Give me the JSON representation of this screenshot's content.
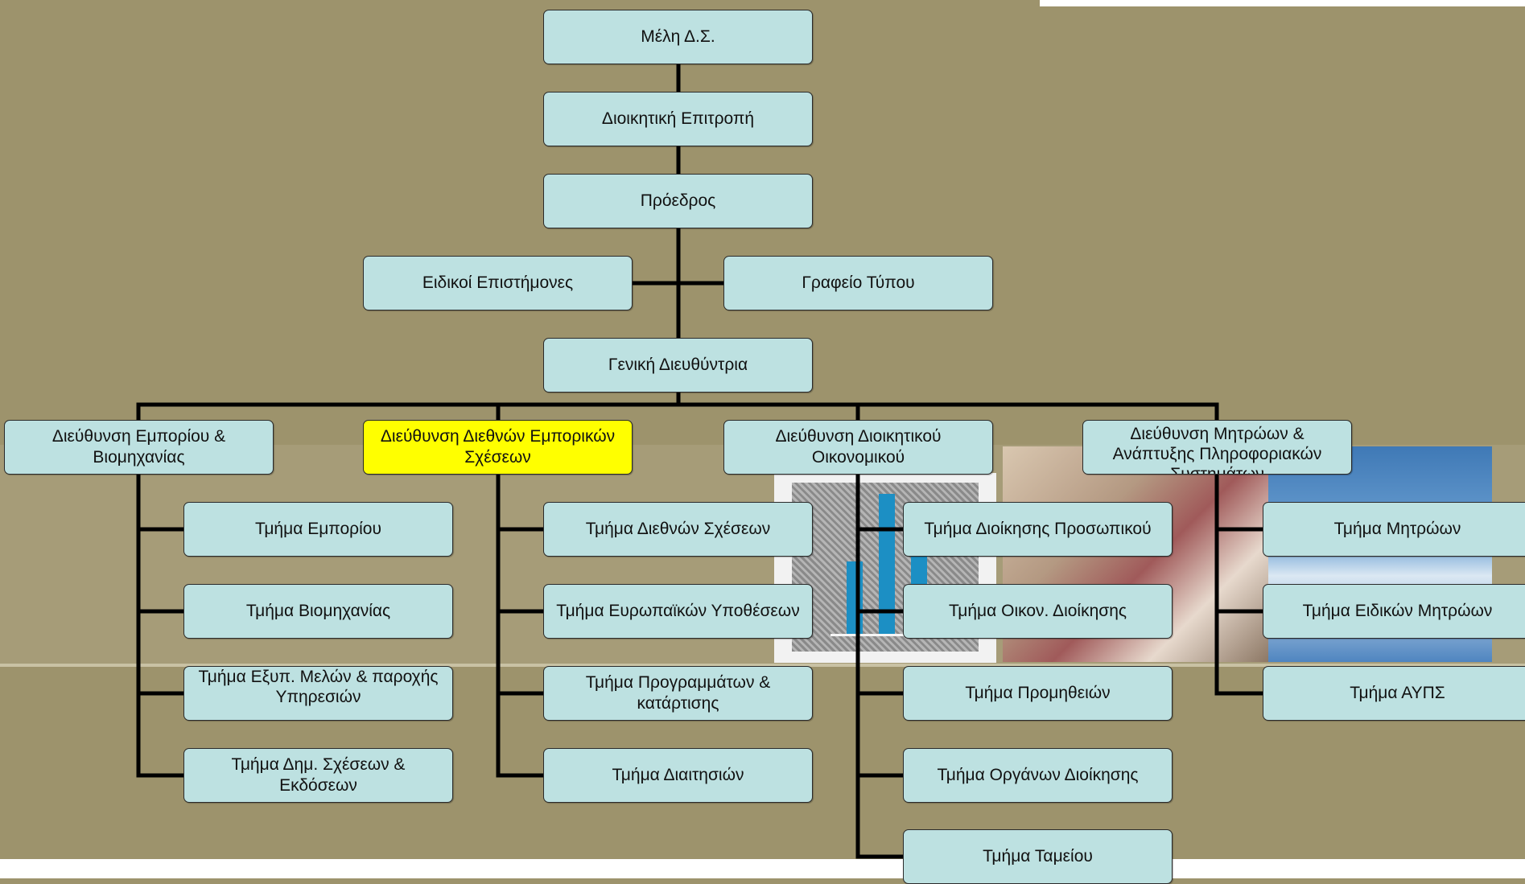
{
  "chart_title": "",
  "colors": {
    "background": "#9d936c",
    "box_fill": "#bde1e1",
    "box_highlight": "#ffff00",
    "connector": "#000000"
  },
  "nodes": {
    "board": "Μέλη Δ.Σ.",
    "exec_committee": "Διοικητική Επιτροπή",
    "president": "Πρόεδρος",
    "experts": "Ειδικοί Επιστήμονες",
    "press_office": "Γραφείο Τύπου",
    "general_director": "Γενική Διευθύντρια",
    "dir_commerce": "Διεύθυνση Εμπορίου & Βιομηχανίας",
    "dir_international": "Διεύθυνση Διεθνών Εμπορικών Σχέσεων",
    "dir_admin": "Διεύθυνση Διοικητικού Οικονομικού",
    "dir_registries": "Διεύθυνση Μητρώων & Ανάπτυξης Πληροφοριακών Συστημάτων",
    "commerce_depts": [
      "Τμήμα Εμπορίου",
      "Τμήμα Βιομηχανίας",
      "Τμήμα Εξυπ. Μελών & παροχής Υπηρεσιών",
      "Τμήμα Δημ. Σχέσεων & Εκδόσεων"
    ],
    "international_depts": [
      "Τμήμα Διεθνών Σχέσεων",
      "Τμήμα Ευρωπαϊκών Υποθέσεων",
      "Τμήμα Προγραμμάτων & κατάρτισης",
      "Τμήμα Διαιτησιών"
    ],
    "admin_depts": [
      "Τμήμα Διοίκησης Προσωπικού",
      "Τμήμα Οικον. Διοίκησης",
      "Τμήμα Προμηθειών",
      "Τμήμα Οργάνων Διοίκησης",
      "Τμήμα Ταμείου"
    ],
    "registry_depts": [
      "Τμήμα Μητρώων",
      "Τμήμα Ειδικών Μητρώων",
      "Τμήμα ΑΥΠΣ"
    ]
  }
}
